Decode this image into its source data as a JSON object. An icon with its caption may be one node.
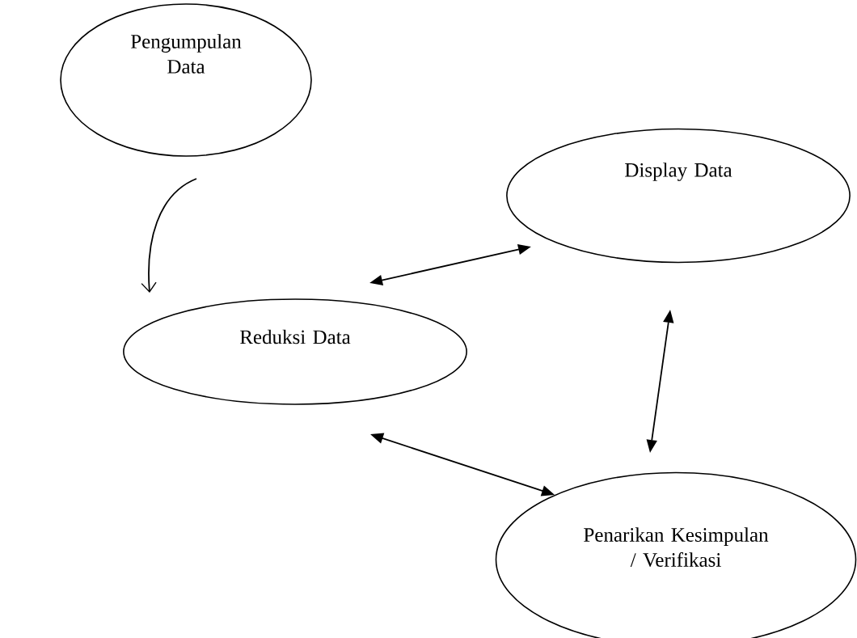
{
  "diagram": {
    "nodes": [
      {
        "text": [
          "Pengumpulan Data"
        ]
      },
      {
        "text": [
          "Display Data"
        ]
      },
      {
        "text": [
          "Reduksi Data"
        ]
      },
      {
        "text": [
          "Penarikan Kesimpulan / Verifikasi"
        ]
      }
    ],
    "edges": [
      {
        "from": 0,
        "to": 2,
        "arrow": "to"
      },
      {
        "from": 2,
        "to": 1,
        "arrow": "both"
      },
      {
        "from": 1,
        "to": 3,
        "arrow": "both"
      },
      {
        "from": 2,
        "to": 3,
        "arrow": "both"
      }
    ]
  }
}
